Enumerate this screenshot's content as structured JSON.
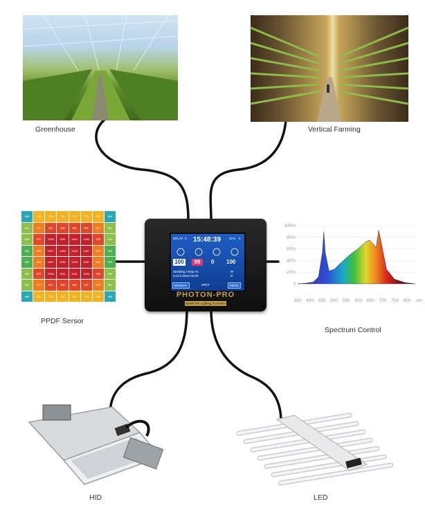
{
  "captions": {
    "greenhouse": "Greenhouse",
    "vertical_farming": "Vertical Farming",
    "ppdf": "PPDF Sersor",
    "spectrum": "Spectrum Control",
    "hid": "HID",
    "led": "LED"
  },
  "controller": {
    "brand": "PHOTON-PRO",
    "brand_sub": "SDWN/TE Lighting Controller",
    "time": "15:48:39",
    "left_channel": "DELAY",
    "left_channel_num": "4",
    "right_channel": "CH2",
    "right_channel_num": "8",
    "dial_values": [
      "100",
      "99",
      "0",
      "100"
    ],
    "status_line1": "Seedling I    Step #1",
    "status_line2": "Count down    26:00",
    "status_right1": "W",
    "status_right2": "B",
    "manual_label": "MANUAL",
    "spet_label": "SPET",
    "menu_label": "MENU"
  },
  "ppdf_grid": [
    [
      "485",
      "701",
      "776",
      "737",
      "767",
      "776",
      "701",
      "485"
    ],
    [
      "622",
      "877",
      "901",
      "995",
      "953",
      "997",
      "877",
      "622"
    ],
    [
      "609",
      "957",
      "1059",
      "1041",
      "1041",
      "1030",
      "925",
      "660"
    ],
    [
      "565",
      "856",
      "1057",
      "1080",
      "1008",
      "1057",
      "851",
      "565"
    ],
    [
      "565",
      "856",
      "1057",
      "1080",
      "1008",
      "1057",
      "851",
      "565"
    ],
    [
      "609",
      "957",
      "1038",
      "1041",
      "1041",
      "1030",
      "925",
      "660"
    ],
    [
      "622",
      "877",
      "901",
      "995",
      "953",
      "997",
      "877",
      "622"
    ],
    [
      "485",
      "701",
      "776",
      "737",
      "767",
      "776",
      "701",
      "485"
    ]
  ],
  "chart_data": {
    "type": "area",
    "title": "",
    "xlabel": "",
    "ylabel": "",
    "x_ticks": [
      "350",
      "400",
      "450",
      "500",
      "550",
      "600",
      "650",
      "700",
      "750",
      "800",
      "nm"
    ],
    "y_ticks": [
      "0",
      "20%",
      "40%",
      "60%",
      "80%",
      "100%"
    ],
    "ylim": [
      0,
      100
    ],
    "series": [
      {
        "x": [
          350,
          380,
          410,
          430,
          445,
          450,
          455,
          470,
          490,
          520,
          550,
          580,
          610,
          625,
          640,
          650,
          660,
          670,
          690,
          720,
          760,
          800
        ],
        "values": [
          0,
          1,
          3,
          12,
          55,
          90,
          55,
          22,
          25,
          38,
          50,
          60,
          72,
          75,
          68,
          62,
          92,
          70,
          25,
          8,
          2,
          0
        ]
      }
    ],
    "grid": true
  }
}
